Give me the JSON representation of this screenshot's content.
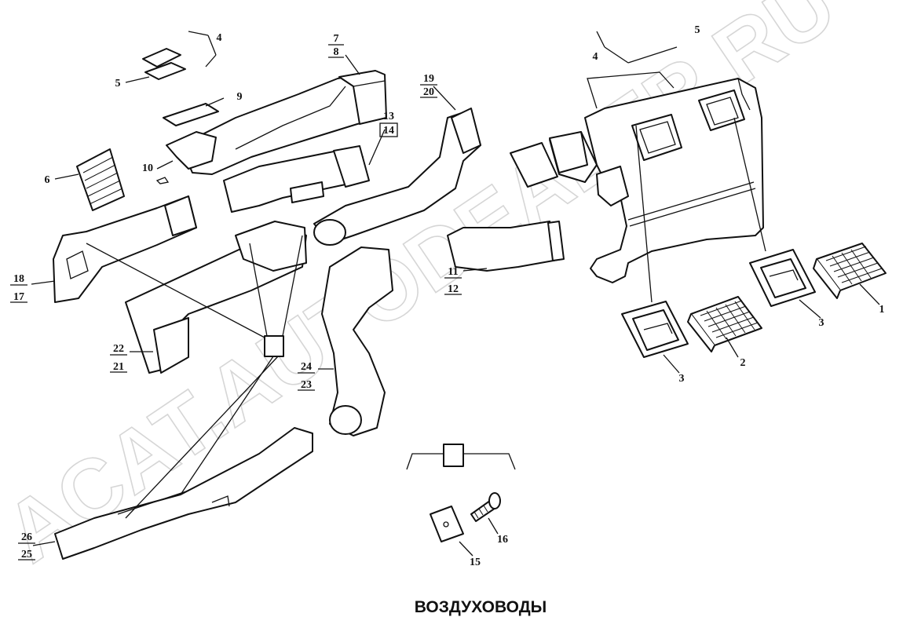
{
  "caption": "ВОЗДУХОВОДЫ",
  "watermark": "ACAT.AUTODEALER.RU",
  "callouts": {
    "c1": "1",
    "c2": "2",
    "c3a": "3",
    "c3b": "3",
    "c4a": "4",
    "c4b": "4",
    "c5a": "5",
    "c5b": "5",
    "c6": "6",
    "c7": "7",
    "c8": "8",
    "c9": "9",
    "c10": "10",
    "c11": "11",
    "c12": "12",
    "c13": "13",
    "c14": "14",
    "c15": "15",
    "c16": "16",
    "c17": "17",
    "c18": "18",
    "c19": "19",
    "c20": "20",
    "c21": "21",
    "c22": "22",
    "c23": "23",
    "c24": "24",
    "c25": "25",
    "c26": "26"
  }
}
